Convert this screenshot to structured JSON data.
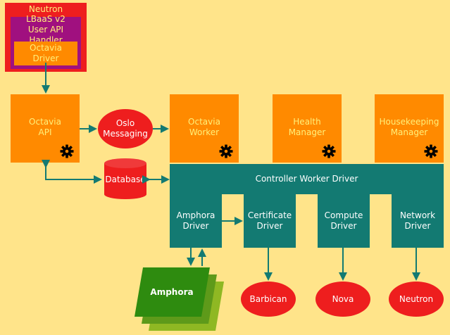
{
  "neutron": {
    "title": "Neutron",
    "lbaas": "LBaaS v2\nUser API Handler",
    "octavia_driver": "Octavia\nDriver"
  },
  "octavia_api": "Octavia\nAPI",
  "oslo_messaging": "Oslo\nMessaging",
  "octavia_worker": "Octavia\nWorker",
  "health_manager": "Health\nManager",
  "housekeeping_manager": "Housekeeping\nManager",
  "database": "Database",
  "controller_worker_driver": "Controller Worker Driver",
  "amphora_driver": "Amphora\nDriver",
  "certificate_driver": "Certificate\nDriver",
  "compute_driver": "Compute\nDriver",
  "network_driver": "Network\nDriver",
  "amphora": "Amphora",
  "barbican": "Barbican",
  "nova": "Nova",
  "neutron_service": "Neutron",
  "colors": {
    "background": "#FFE48A",
    "orange": "#FF8A00",
    "teal": "#137A72",
    "red": "#EE1E1E",
    "purple": "#A0107F",
    "green": "#2E8B0F"
  },
  "icons": [
    "gear-icon"
  ]
}
